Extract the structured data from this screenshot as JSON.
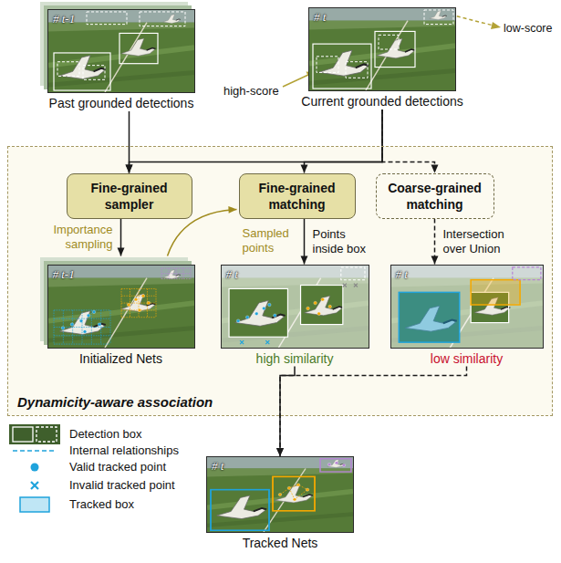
{
  "diagram": {
    "nodes": [
      {
        "text": [
          "# t-1",
          "Past grounded detections"
        ]
      },
      {
        "text": [
          "# t",
          "Current grounded detections"
        ]
      },
      {
        "text": [
          "Dynamicity-aware association"
        ]
      },
      {
        "text": [
          "Fine-grained sampler"
        ],
        "in": 2
      },
      {
        "text": [
          "Fine-grained matching"
        ],
        "in": 2
      },
      {
        "text": [
          "Coarse-grained matching"
        ],
        "in": 2
      },
      {
        "text": [
          "# t-1",
          "Initialized Nets"
        ],
        "in": 2
      },
      {
        "text": [
          "# t",
          "high similarity"
        ],
        "in": 2
      },
      {
        "text": [
          "# t",
          "low similarity"
        ],
        "in": 2
      },
      {
        "text": [
          "# t",
          "Tracked Nets"
        ]
      }
    ],
    "edges": [
      {
        "from": 0,
        "to": 3,
        "arrow": "to"
      },
      {
        "from": 1,
        "to": 3,
        "arrow": "to"
      },
      {
        "from": 1,
        "to": 4,
        "arrow": "to"
      },
      {
        "from": 1,
        "to": 5,
        "arrow": "to"
      },
      {
        "from": 3,
        "to": 6,
        "label": "Importance sampling",
        "arrow": "to"
      },
      {
        "from": 6,
        "to": 4,
        "label": "Sampled points",
        "arrow": "to"
      },
      {
        "from": 4,
        "to": 7,
        "label": "Points inside box",
        "arrow": "to"
      },
      {
        "from": 5,
        "to": 8,
        "label": "Intersection over Union",
        "arrow": "to"
      },
      {
        "from": 7,
        "to": 9,
        "arrow": "to"
      },
      {
        "from": 8,
        "to": 9,
        "arrow": "to"
      }
    ],
    "labels": [
      "high-score",
      "low-score"
    ],
    "legend": [
      {
        "text": "Detection box"
      },
      {
        "text": "Internal relationships"
      },
      {
        "text": "Valid tracked point"
      },
      {
        "text": "Invalid tracked point"
      },
      {
        "text": "Tracked box"
      }
    ]
  }
}
